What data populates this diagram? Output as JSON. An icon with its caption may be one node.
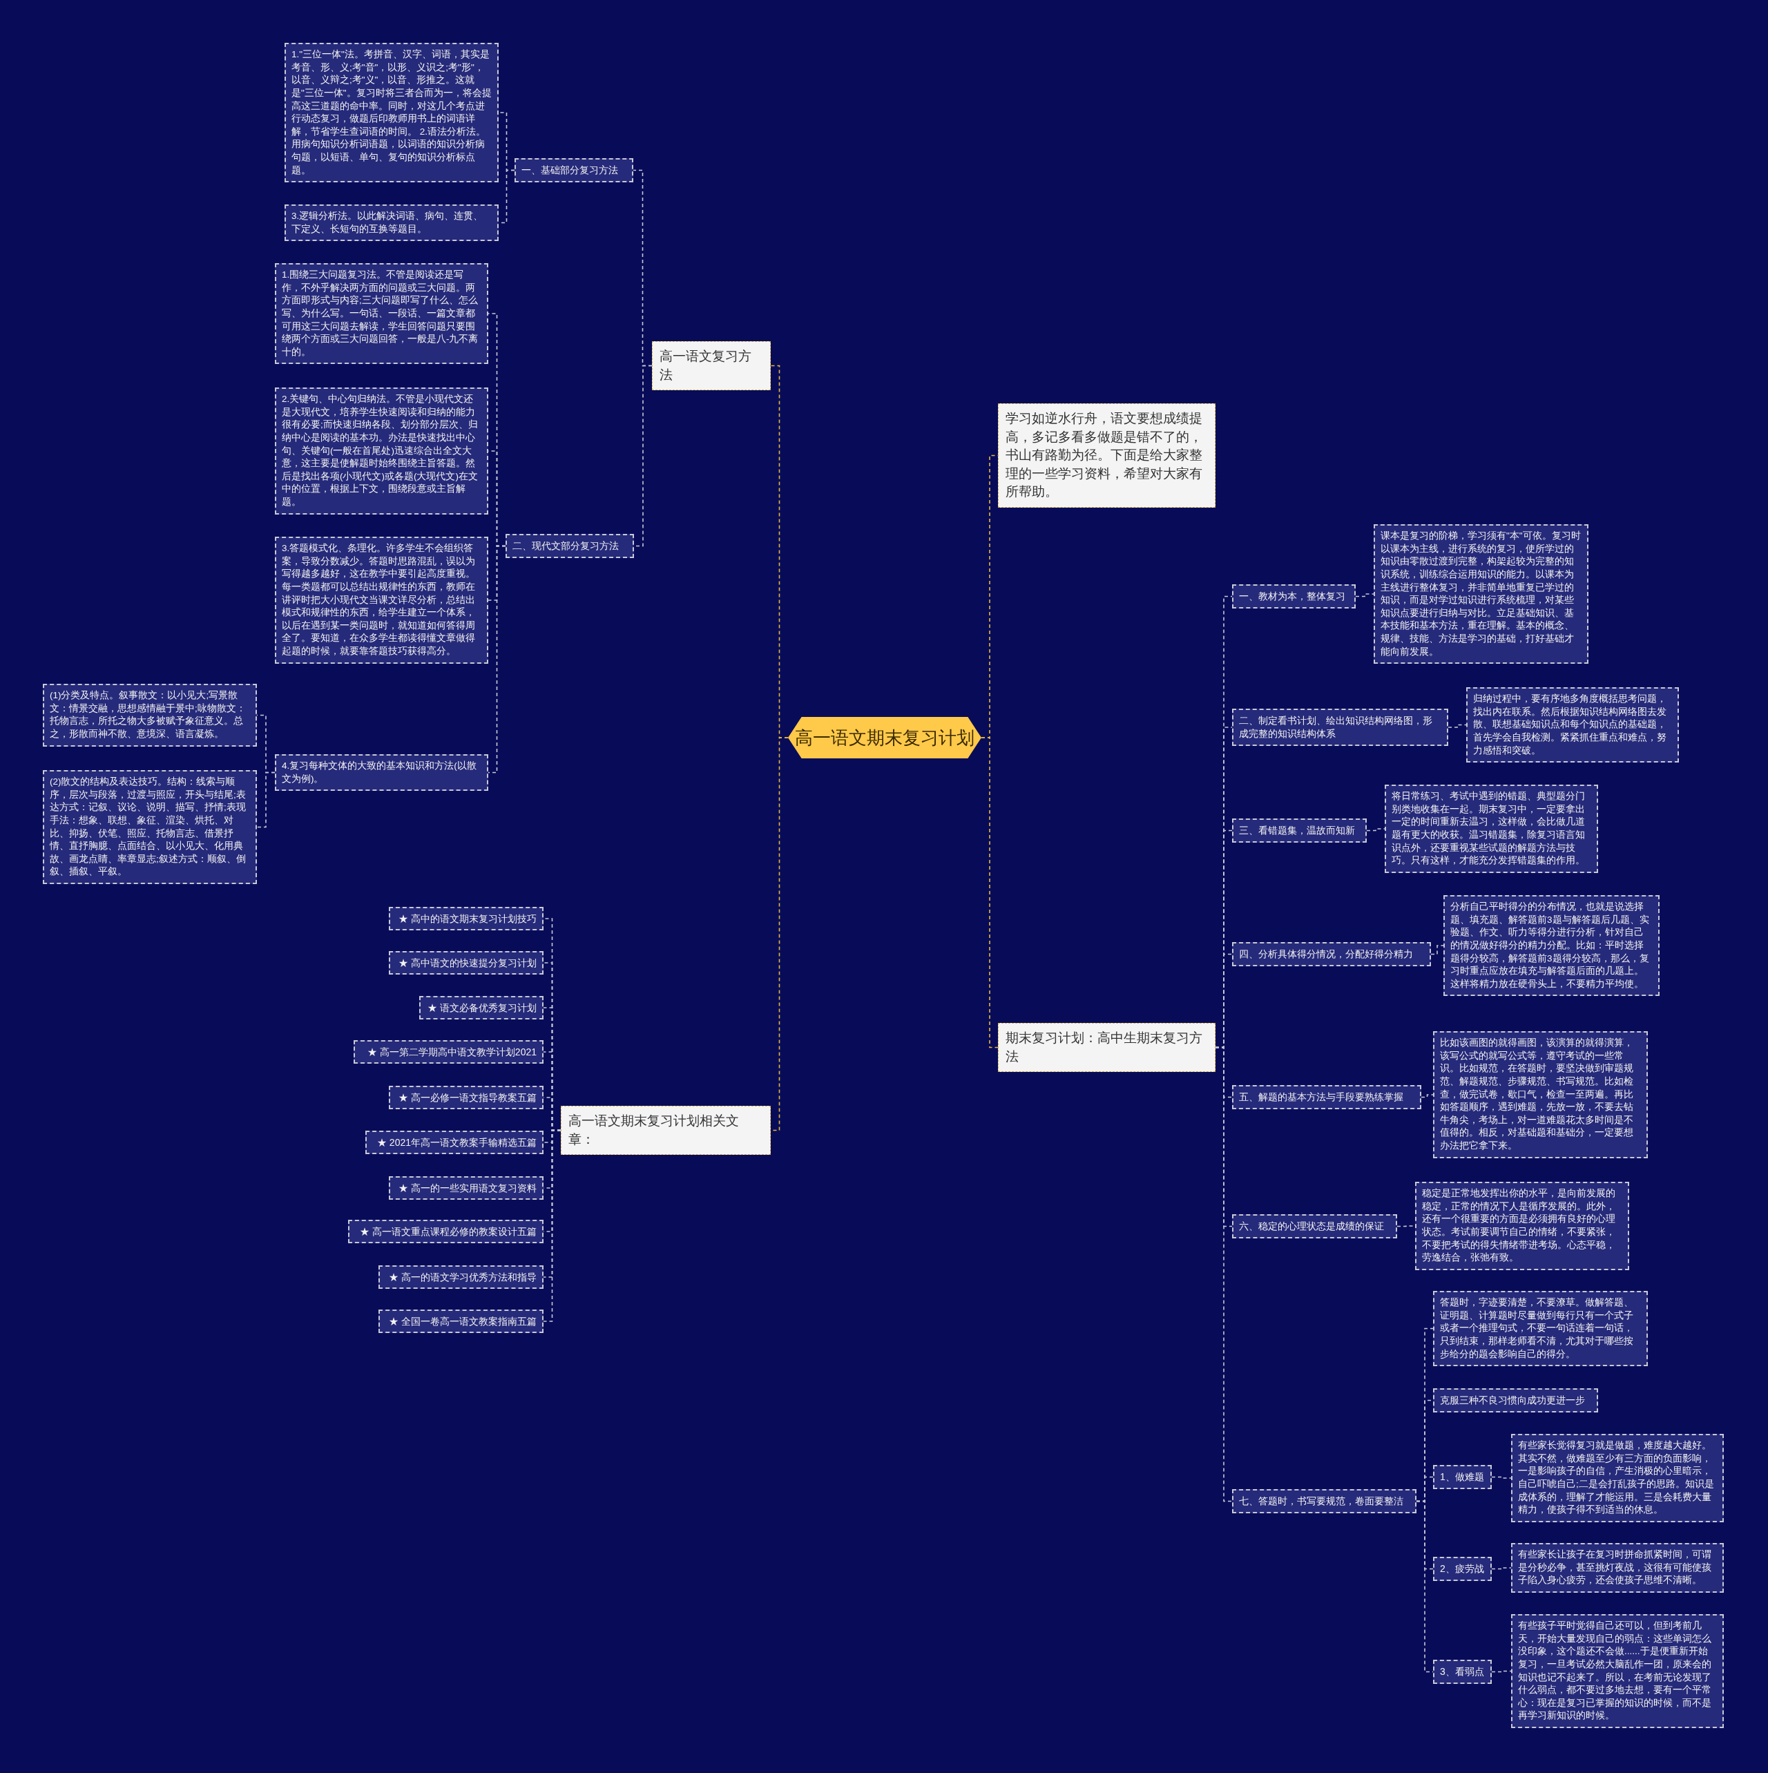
{
  "diagram": {
    "nodes": [
      {
        "text": [
          "高一语文期末复习计划"
        ]
      },
      {
        "text": [
          "高一语文复习方法"
        ]
      },
      {
        "text": [
          "一、基础部分复习方法"
        ]
      },
      {
        "text": [
          "1.\"三位一体\"法。考拼音、汉字、词语，其实是考音、形、义;考\"音\"，以形、义识之;考\"形\"，以音、义辩之;考\"义\"，以音、形推之。这就是\"三位一体\"。复习时将三者合而为一，将会提高这三道题的命中率。同时，对这几个考点进行动态复习，做题后印教师用书上的词语详解，节省学生查词语的时间。 2.语法分析法。用病句知识分析词语题，以词语的知识分析病句题，以短语、单句、复句的知识分析标点题。"
        ]
      },
      {
        "text": [
          "3.逻辑分析法。以此解决词语、病句、连贯、下定义、长短句的互换等题目。"
        ]
      },
      {
        "text": [
          "二、现代文部分复习方法"
        ]
      },
      {
        "text": [
          "1.围绕三大问题复习法。不管是阅读还是写作，不外乎解决两方面的问题或三大问题。两方面即形式与内容;三大问题即写了什么、怎么写、为什么写。一句话、一段话、一篇文章都可用这三大问题去解读，学生回答问题只要围绕两个方面或三大问题回答，一般是八-九不离十的。"
        ]
      },
      {
        "text": [
          "2.关键句、中心句归纳法。不管是小现代文还是大现代文，培养学生快速阅读和归纳的能力很有必要;而快速归纳各段、划分部分层次、归纳中心是阅读的基本功。办法是快速找出中心句、关键句(一般在首尾处)迅速综合出全文大意，这主要是使解题时始终围绕主旨答题。然后是找出各项(小现代文)或各题(大现代文)在文中的位置，根据上下文，围绕段意或主旨解题。"
        ]
      },
      {
        "text": [
          "3.答题模式化、条理化。许多学生不会组织答案，导致分数减少。答题时思路混乱，误以为写得越多越好，这在教学中要引起高度重视。每一类题都可以总结出规律性的东西，教师在讲评时把大小现代文当课文详尽分析，总结出模式和规律性的东西，给学生建立一个体系，以后在遇到某一类问题时，就知道如何答得周全了。要知道，在众多学生都读得懂文章做得起题的时候，就要靠答题技巧获得高分。"
        ]
      },
      {
        "text": [
          "4.复习每种文体的大致的基本知识和方法(以散文为例)。"
        ]
      },
      {
        "text": [
          "(1)分类及特点。叙事散文：以小见大;写景散文：情景交融，思想感情融于景中;咏物散文：托物言志，所托之物大多被赋予象征意义。总之，形散而神不散、意境深、语言凝炼。"
        ]
      },
      {
        "text": [
          "(2)散文的结构及表达技巧。结构：线索与顺序，层次与段落，过渡与照应，开头与结尾;表达方式：记叙、议论、说明、描写、抒情;表现手法：想象、联想、象征、渲染、烘托、对比、抑扬、伏笔、照应、托物言志、借景抒情、直抒胸臆、点面结合、以小见大、化用典故、画龙点睛、率章显志;叙述方式：顺叙、倒叙、插叙、平叙。"
        ]
      },
      {
        "text": [
          "高一语文期末复习计划相关文章："
        ]
      },
      {
        "text": [
          "★ 高中的语文期末复习计划技巧"
        ]
      },
      {
        "text": [
          "★ 高中语文的快速提分复习计划"
        ]
      },
      {
        "text": [
          "★ 语文必备优秀复习计划"
        ]
      },
      {
        "text": [
          "★ 高一第二学期高中语文教学计划2021"
        ]
      },
      {
        "text": [
          "★ 高一必修一语文指导教案五篇"
        ]
      },
      {
        "text": [
          "★ 2021年高一语文教案手输精选五篇"
        ]
      },
      {
        "text": [
          "★ 高一的一些实用语文复习资料"
        ]
      },
      {
        "text": [
          "★ 高一语文重点课程必修的教案设计五篇"
        ]
      },
      {
        "text": [
          "★ 高一的语文学习优秀方法和指导"
        ]
      },
      {
        "text": [
          "★ 全国一卷高一语文教案指南五篇"
        ]
      },
      {
        "text": [
          "学习如逆水行舟，语文要想成绩提高，多记多看多做题是错不了的，书山有路勤为径。下面是给大家整理的一些学习资料，希望对大家有所帮助。"
        ]
      },
      {
        "text": [
          "期末复习计划：高中生期末复习方法"
        ]
      },
      {
        "text": [
          "一、教材为本，整体复习"
        ]
      },
      {
        "text": [
          "课本是复习的阶梯，学习须有\"本\"可依。复习时以课本为主线，进行系统的复习，使所学过的知识由零散过渡到完整，构架起较为完整的知识系统，训练综合运用知识的能力。以课本为主线进行整体复习，并非简单地重复已学过的知识，而是对学过知识进行系统梳理，对某些知识点要进行归纳与对比。立足基础知识、基本技能和基本方法，重在理解。基本的概念、规律、技能、方法是学习的基础，打好基础才能向前发展。"
        ]
      },
      {
        "text": [
          "二、制定看书计划、绘出知识结构网络图，形成完整的知识结构体系"
        ]
      },
      {
        "text": [
          "归纳过程中，要有序地多角度概括思考问题，找出内在联系。然后根据知识结构网络图去发散、联想基础知识点和每个知识点的基础题，首先学会自我检测。紧紧抓住重点和难点，努力感悟和突破。"
        ]
      },
      {
        "text": [
          "三、看错题集，温故而知新"
        ]
      },
      {
        "text": [
          "将日常练习、考试中遇到的错题、典型题分门别类地收集在一起。期末复习中，一定要拿出一定的时间重新去温习，这样做，会比做几道题有更大的收获。温习错题集，除复习语言知识点外，还要重视某些试题的解题方法与技巧。只有这样，才能充分发挥错题集的作用。"
        ]
      },
      {
        "text": [
          "四、分析具体得分情况，分配好得分精力"
        ]
      },
      {
        "text": [
          "分析自己平时得分的分布情况，也就是说选择题、填充题、解答题前3题与解答题后几题、实验题、作文、听力等得分进行分析，针对自己的情况做好得分的精力分配。比如：平时选择题得分较高，解答题前3题得分较高，那么，复习时重点应放在填充与解答题后面的几题上。这样将精力放在硬骨头上，不要精力平均使。"
        ]
      },
      {
        "text": [
          "五、解题的基本方法与手段要熟练掌握"
        ]
      },
      {
        "text": [
          "比如该画图的就得画图，该演算的就得演算，该写公式的就写公式等，遵守考试的一些常识。比如规范，在答题时，要坚决做到审题规范、解题规范、步骤规范、书写规范。比如检查，做完试卷，歇口气，检查一至两遍。再比如答题顺序，遇到难题，先放一放，不要去钻牛角尖，考场上，对一道难题花太多时间是不值得的。相反，对基础题和基础分，一定要想办法把它拿下来。"
        ]
      },
      {
        "text": [
          "六、稳定的心理状态是成绩的保证"
        ]
      },
      {
        "text": [
          "稳定是正常地发挥出你的水平，是向前发展的稳定，正常的情况下人是循序发展的。此外，还有一个很重要的方面是必须拥有良好的心理状态。考试前要调节自己的情绪，不要紧张，不要把考试的得失情绪带进考场。心态平稳，劳逸结合，张弛有致。"
        ]
      },
      {
        "text": [
          "七、答题时，书写要规范，卷面要整洁"
        ]
      },
      {
        "text": [
          "答题时，字迹要清楚，不要潦草。做解答题、证明题、计算题时尽量做到每行只有一个式子或者一个推理句式，不要一句话连着一句话，只到结束，那样老师看不清，尤其对于哪些按步给分的题会影响自己的得分。"
        ]
      },
      {
        "text": [
          "克服三种不良习惯向成功更进一步"
        ]
      },
      {
        "text": [
          "1、做难题"
        ]
      },
      {
        "text": [
          "有些家长觉得复习就是做题，难度越大越好。其实不然，做难题至少有三方面的负面影响，一是影响孩子的自信，产生消极的心里暗示，自己吓唬自己;二是会打乱孩子的思路。知识是成体系的，理解了才能运用。三是会耗费大量精力，使孩子得不到适当的休息。"
        ]
      },
      {
        "text": [
          "2、疲劳战"
        ]
      },
      {
        "text": [
          "有些家长让孩子在复习时拼命抓紧时间，可谓是分秒必争，甚至挑灯夜战，这很有可能使孩子陷入身心疲劳，还会使孩子思维不清晰。"
        ]
      },
      {
        "text": [
          "3、看弱点"
        ]
      },
      {
        "text": [
          "有些孩子平时觉得自己还可以，但到考前几天，开始大量发现自己的弱点：这些单词怎么没印象，这个题还不会做......于是便重新开始复习，一旦考试必然大脑乱作一团，原来会的知识也记不起来了。所以，在考前无论发现了什么弱点，都不要过多地去想，要有一个平常心：现在是复习已掌握的知识的时候，而不是再学习新知识的时候。"
        ]
      }
    ],
    "edges": [
      {
        "from": 0,
        "to": 1,
        "arrow": "none",
        "color": "#e8b93c"
      },
      {
        "from": 1,
        "to": 2,
        "arrow": "none"
      },
      {
        "from": 2,
        "to": 3,
        "arrow": "none"
      },
      {
        "from": 2,
        "to": 4,
        "arrow": "none"
      },
      {
        "from": 1,
        "to": 5,
        "arrow": "none"
      },
      {
        "from": 5,
        "to": 6,
        "arrow": "none"
      },
      {
        "from": 5,
        "to": 7,
        "arrow": "none"
      },
      {
        "from": 5,
        "to": 8,
        "arrow": "none"
      },
      {
        "from": 5,
        "to": 9,
        "arrow": "none"
      },
      {
        "from": 9,
        "to": 10,
        "arrow": "none"
      },
      {
        "from": 9,
        "to": 11,
        "arrow": "none"
      },
      {
        "from": 0,
        "to": 12,
        "arrow": "none",
        "color": "#e8b93c"
      },
      {
        "from": 12,
        "to": 13,
        "arrow": "none"
      },
      {
        "from": 12,
        "to": 14,
        "arrow": "none"
      },
      {
        "from": 12,
        "to": 15,
        "arrow": "none"
      },
      {
        "from": 12,
        "to": 16,
        "arrow": "none"
      },
      {
        "from": 12,
        "to": 17,
        "arrow": "none"
      },
      {
        "from": 12,
        "to": 18,
        "arrow": "none"
      },
      {
        "from": 12,
        "to": 19,
        "arrow": "none"
      },
      {
        "from": 12,
        "to": 20,
        "arrow": "none"
      },
      {
        "from": 12,
        "to": 21,
        "arrow": "none"
      },
      {
        "from": 12,
        "to": 22,
        "arrow": "none"
      },
      {
        "from": 0,
        "to": 23,
        "arrow": "none",
        "color": "#e8b93c"
      },
      {
        "from": 0,
        "to": 24,
        "arrow": "none",
        "color": "#e8b93c"
      },
      {
        "from": 24,
        "to": 25,
        "arrow": "none"
      },
      {
        "from": 25,
        "to": 26,
        "arrow": "none"
      },
      {
        "from": 24,
        "to": 27,
        "arrow": "none"
      },
      {
        "from": 27,
        "to": 28,
        "arrow": "none"
      },
      {
        "from": 24,
        "to": 29,
        "arrow": "none"
      },
      {
        "from": 29,
        "to": 30,
        "arrow": "none"
      },
      {
        "from": 24,
        "to": 31,
        "arrow": "none"
      },
      {
        "from": 31,
        "to": 32,
        "arrow": "none"
      },
      {
        "from": 24,
        "to": 33,
        "arrow": "none"
      },
      {
        "from": 33,
        "to": 34,
        "arrow": "none"
      },
      {
        "from": 24,
        "to": 35,
        "arrow": "none"
      },
      {
        "from": 35,
        "to": 36,
        "arrow": "none"
      },
      {
        "from": 24,
        "to": 37,
        "arrow": "none"
      },
      {
        "from": 37,
        "to": 38,
        "arrow": "none"
      },
      {
        "from": 37,
        "to": 39,
        "arrow": "none"
      },
      {
        "from": 37,
        "to": 40,
        "arrow": "none"
      },
      {
        "from": 40,
        "to": 41,
        "arrow": "none"
      },
      {
        "from": 37,
        "to": 42,
        "arrow": "none"
      },
      {
        "from": 42,
        "to": 43,
        "arrow": "none"
      },
      {
        "from": 37,
        "to": 44,
        "arrow": "none"
      },
      {
        "from": 44,
        "to": 45,
        "arrow": "none"
      }
    ]
  }
}
